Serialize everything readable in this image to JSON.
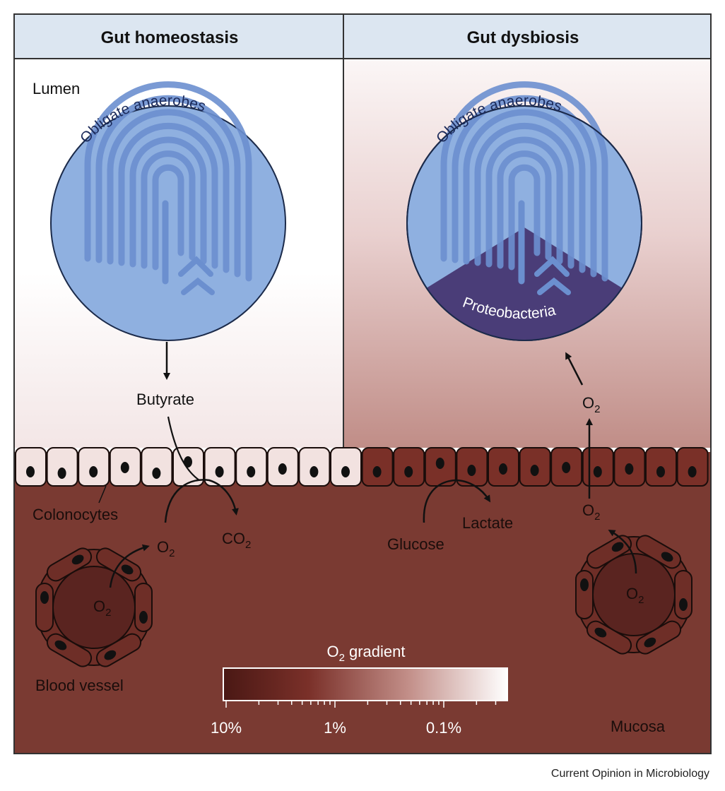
{
  "panels": {
    "left_title": "Gut homeostasis",
    "right_title": "Gut dysbiosis"
  },
  "labels": {
    "lumen": "Lumen",
    "obligate_left": "Obligate anaerobes",
    "obligate_right": "Obligate anaerobes",
    "proteobacteria": "Proteobacteria",
    "butyrate": "Butyrate",
    "colonocytes": "Colonocytes",
    "blood_vessel": "Blood vessel",
    "glucose": "Glucose",
    "lactate": "Lactate",
    "mucosa": "Mucosa",
    "o2": "O",
    "co2": "CO",
    "sub2": "2",
    "gradient_title": "gradient"
  },
  "gradient_scale": {
    "ticks": [
      "10%",
      "1%",
      "0.1%"
    ],
    "colors": [
      "#4a1814",
      "#7a3029",
      "#c28e88",
      "#ffffff"
    ]
  },
  "colors": {
    "header_bg": "#dce6f1",
    "mucosa": "#7a3a32",
    "bacteria_blue": "#8fb0e0",
    "proteobacteria": "#4a3d78",
    "cell_light": "#f2e2e0",
    "cell_dark": "#7a3028"
  },
  "credit": "Current Opinion in Microbiology"
}
